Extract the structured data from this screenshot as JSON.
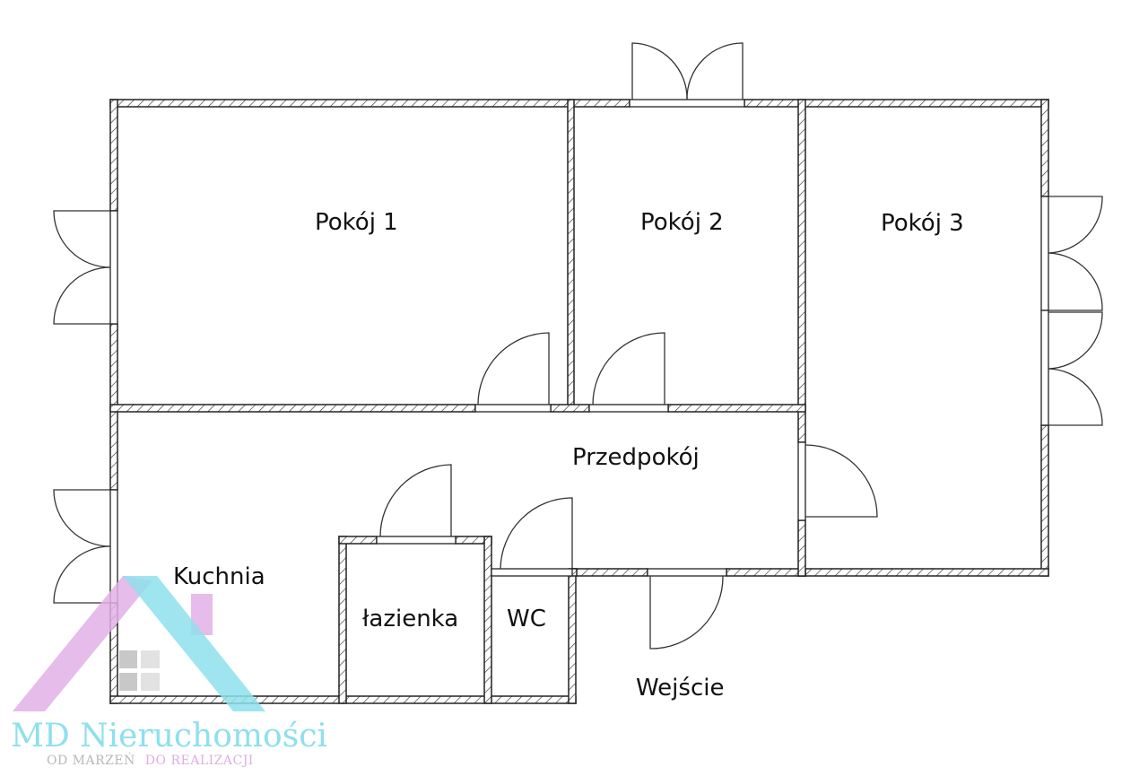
{
  "plan": {
    "rooms": [
      {
        "id": "pokoj-1",
        "label": "Pokój 1"
      },
      {
        "id": "pokoj-2",
        "label": "Pokój 2"
      },
      {
        "id": "pokoj-3",
        "label": "Pokój 3"
      },
      {
        "id": "przedpokoj",
        "label": "Przedpokój"
      },
      {
        "id": "kuchnia",
        "label": "Kuchnia"
      },
      {
        "id": "lazienka",
        "label": "łazienka"
      },
      {
        "id": "wc",
        "label": "WC"
      },
      {
        "id": "wejscie",
        "label": "Wejście"
      }
    ],
    "colors": {
      "wall_line": "#222222",
      "hatch": "#333333",
      "door_line": "#333333"
    }
  },
  "logo": {
    "title": "MD Nieruchomości",
    "subtitle_part1": "OD MARZEŃ",
    "subtitle_part2": "DO REALIZACJI",
    "colors": {
      "pink": "#e2b0e6",
      "cyan": "#8ee0ec",
      "window_dark": "#c8c8c8",
      "window_light": "#e2e2e2",
      "subtitle_gray": "#b8b8b8",
      "subtitle_pink": "#dcb0e2"
    }
  }
}
